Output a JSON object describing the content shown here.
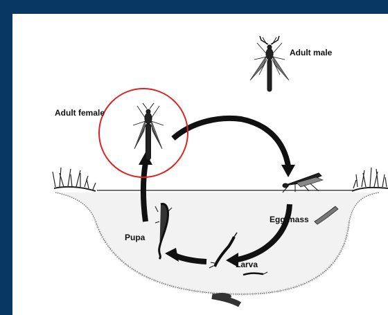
{
  "labels": {
    "adult_male": "Adult male",
    "adult_female": "Adult female",
    "egg_mass": "Egg mass",
    "larva": "Larva",
    "pupa": "Pupa"
  },
  "colors": {
    "frame": "#073763",
    "highlight_circle": "#e02020",
    "arrows": "#111111"
  },
  "highlighted_stage": "adult_female"
}
